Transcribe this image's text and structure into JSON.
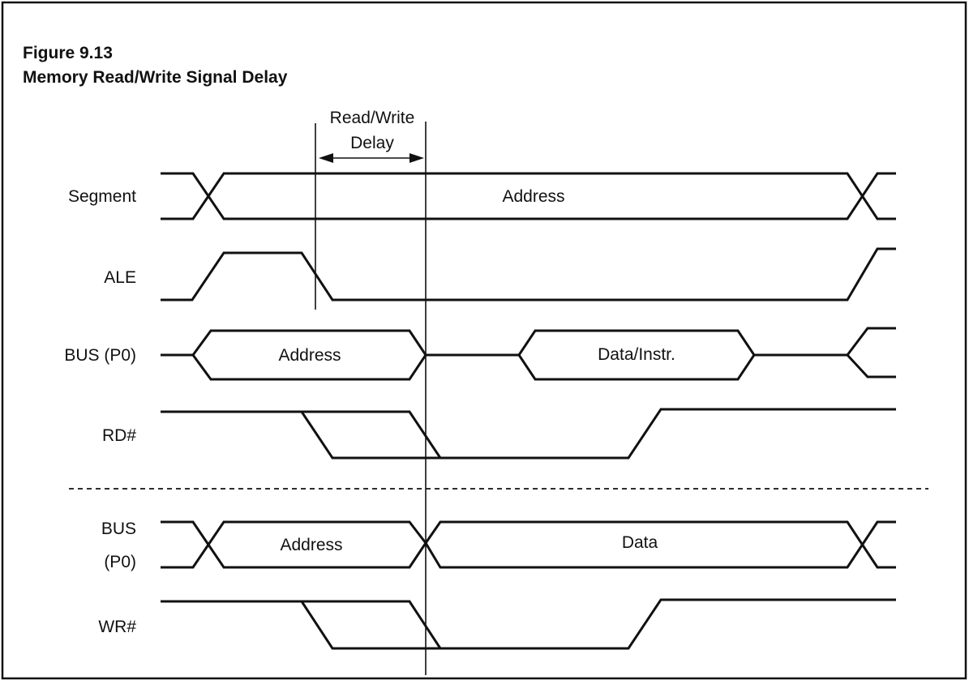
{
  "figure": {
    "number": "Figure 9.13",
    "title": "Memory Read/Write Signal Delay"
  },
  "delay_annotation": {
    "line1": "Read/Write",
    "line2": "Delay"
  },
  "signals": {
    "segment": {
      "label": "Segment",
      "field": "Address"
    },
    "ale": {
      "label": "ALE"
    },
    "bus_read": {
      "label": "BUS  (P0)",
      "field_address": "Address",
      "field_data": "Data/Instr."
    },
    "rd": {
      "label": "RD#"
    },
    "bus_write": {
      "label_line1": "BUS",
      "label_line2": "(P0)",
      "field_address": "Address",
      "field_data": "Data"
    },
    "wr": {
      "label": "WR#"
    }
  }
}
